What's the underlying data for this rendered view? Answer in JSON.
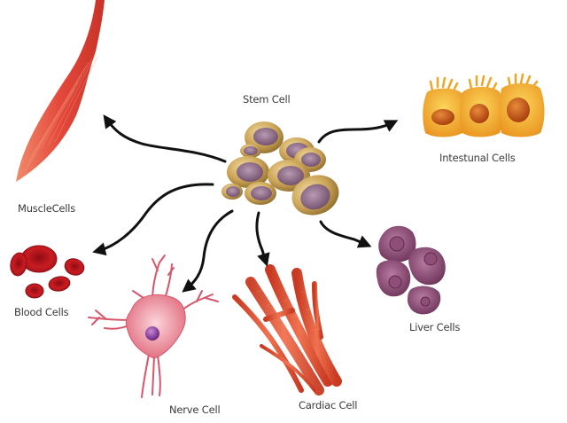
{
  "title": "Stem Cell differentiation",
  "center": {
    "label": "Stem Cell"
  },
  "cell_types": [
    {
      "id": "muscle",
      "label": "MuscleCells"
    },
    {
      "id": "blood",
      "label": "Blood Cells"
    },
    {
      "id": "nerve",
      "label": "Nerve Cell"
    },
    {
      "id": "cardiac",
      "label": "Cardiac Cell"
    },
    {
      "id": "liver",
      "label": "Liver Cells"
    },
    {
      "id": "intestinal",
      "label": "Intestunal Cells"
    }
  ],
  "colors": {
    "arrow": "#111111",
    "stem_shell": "#c8a25a",
    "stem_nucleus": "#8a6a86",
    "muscle": "#e0493a",
    "blood": "#b8141c",
    "nerve_body": "#ec7f8e",
    "nerve_nucleus": "#8a3a9c",
    "cardiac": "#e2512e",
    "liver": "#8a4a74",
    "intestinal": "#f0a526",
    "intestinal_nucleus": "#c8541a"
  }
}
